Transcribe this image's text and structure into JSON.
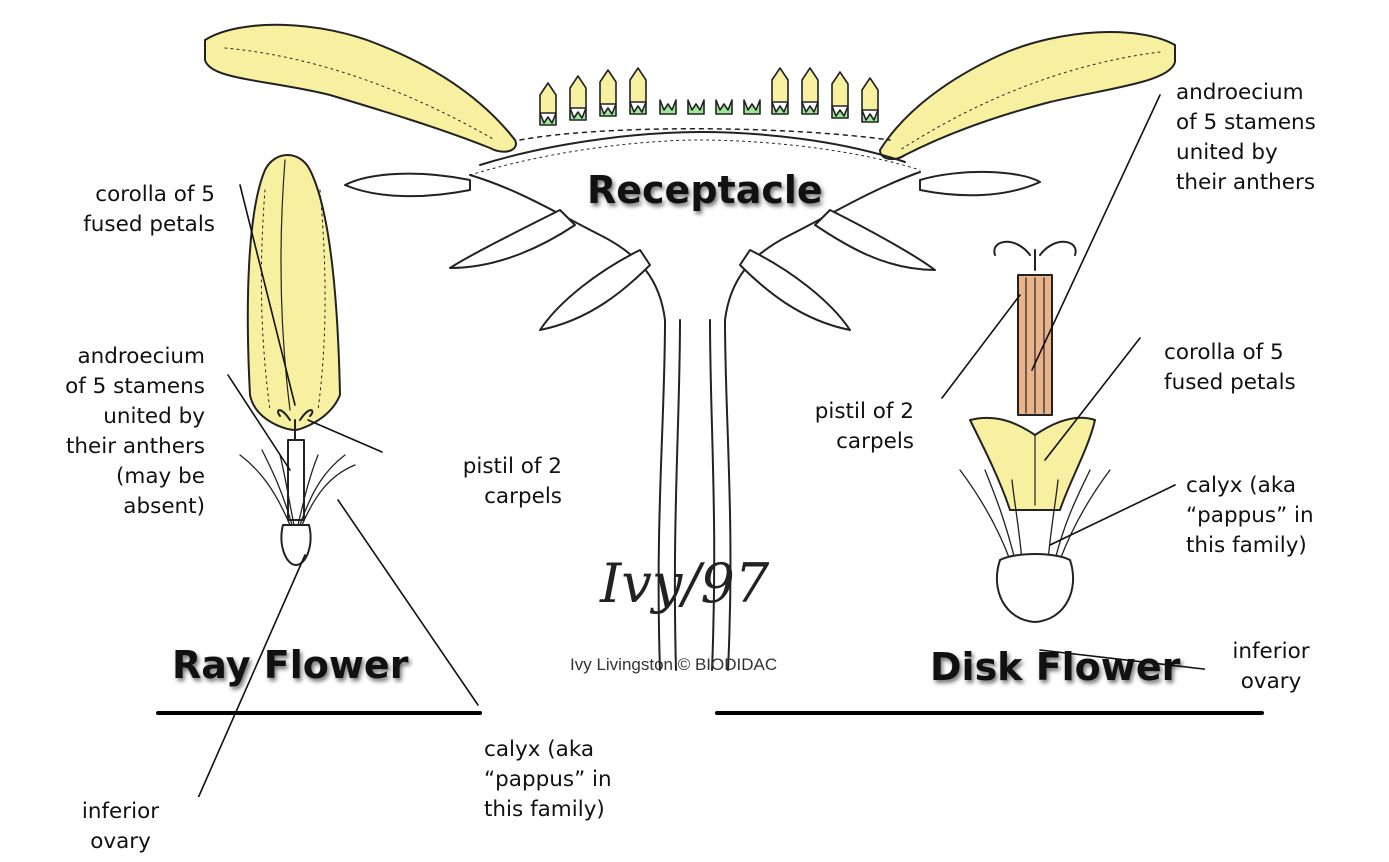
{
  "titles": {
    "receptacle": "Receptacle",
    "ray": "Ray Flower",
    "disk": "Disk Flower"
  },
  "credit": "Ivy Livingston © BIODIDAC",
  "signature": "Ivy/97",
  "labels": {
    "ray_corolla": "corolla of 5\nfused petals",
    "ray_androecium": "androecium\nof 5 stamens\nunited by\ntheir anthers\n(may be\nabsent)",
    "ray_pistil": "pistil of 2\ncarpels",
    "ray_calyx": "calyx (aka\n“pappus” in\nthis family)",
    "ray_ovary": "inferior\novary",
    "disk_androecium": "androecium\nof 5 stamens\nunited by\ntheir anthers",
    "disk_corolla": "corolla of 5\nfused petals",
    "disk_pistil": "pistil of 2\ncarpels",
    "disk_calyx": "calyx (aka\n“pappus” in\nthis family)",
    "disk_ovary": "inferior\novary"
  },
  "colors": {
    "petal_yellow": "#f7f0a0",
    "floret_green": "#9ee89a",
    "anther_orange": "#e9b48a",
    "ink": "#222222"
  }
}
